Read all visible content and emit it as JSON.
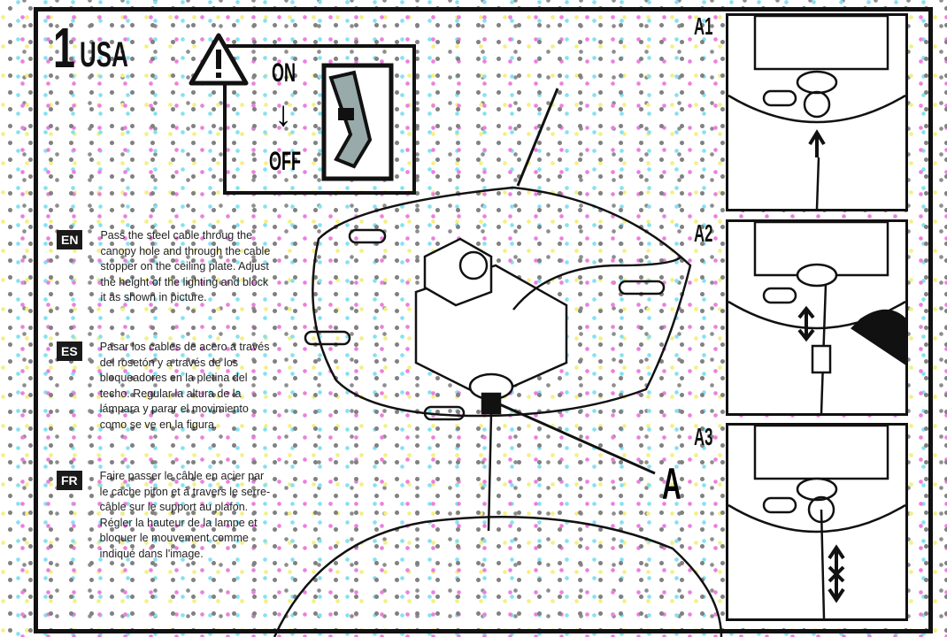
{
  "header": {
    "step_number": "1",
    "country": "USA"
  },
  "power_switch": {
    "on_label": "ON",
    "arrow": "↓",
    "off_label": "OFF"
  },
  "instructions": [
    {
      "lang": "EN",
      "text": "Pass the steel cable throug the canopy hole and through the cable stopper on the ceiling plate. Adjust the height of the lighting and block it as shown in picture."
    },
    {
      "lang": "ES",
      "text": "Pasar los cables de acero a través del rosetón y a través de los bloqueadores en la pletina del techo. Regular la altura de la lámpara y parar el movimiento como se ve en la figura."
    },
    {
      "lang": "FR",
      "text": "Faire passer le câble en acier par le cache piton et à travers le serre-câble sur le support au plafon. Régler la hauteur de la lampe et bloquer le mouvement comme indiqué dans l'image."
    }
  ],
  "callout": "A",
  "detail_panels": [
    {
      "label": "A1"
    },
    {
      "label": "A2"
    },
    {
      "label": "A3"
    }
  ]
}
